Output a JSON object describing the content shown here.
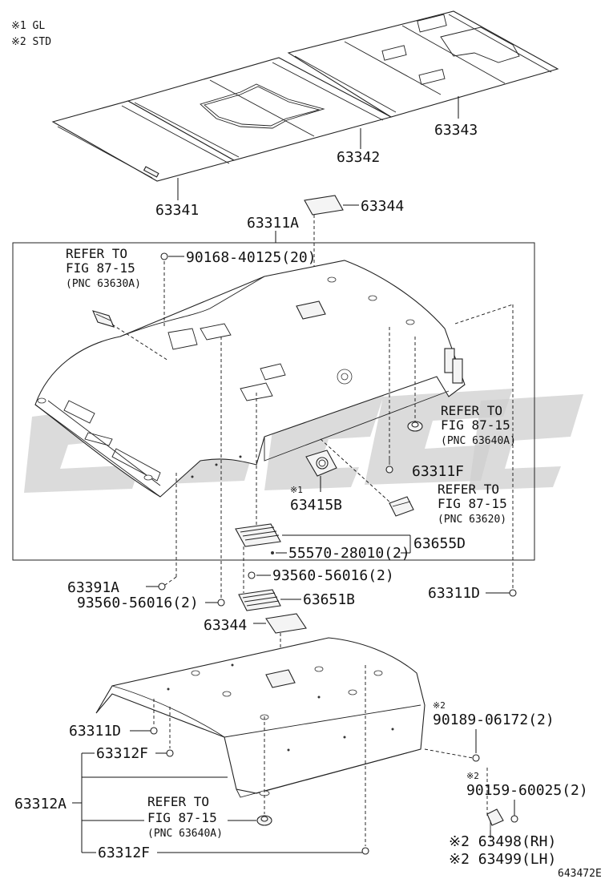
{
  "legend": {
    "gl": "※1 GL",
    "std": "※2 STD"
  },
  "callouts": {
    "p63341": "63341",
    "p63342": "63342",
    "p63343": "63343",
    "p63344_top": "63344",
    "p63311A": "63311A",
    "refer1_a": "REFER TO",
    "refer1_b": "FIG 87-15",
    "refer1_c": "(PNC 63630A)",
    "p90168": "90168-40125(20)",
    "refer2_a": "REFER TO",
    "refer2_b": "FIG 87-15",
    "refer2_c": "(PNC 63640A)",
    "p63311F": "63311F",
    "mark1": "※1",
    "p63415B": "63415B",
    "refer3_a": "REFER TO",
    "refer3_b": "FIG 87-15",
    "refer3_c": "(PNC 63620)",
    "p55570": "55570-28010(2)",
    "p63655D": "63655D",
    "p93560_a": "93560-56016(2)",
    "p63391A": "63391A",
    "p93560_b": "93560-56016(2)",
    "p63651B": "63651B",
    "p63311D_r": "63311D",
    "p63344_bot": "63344",
    "mark2a": "※2",
    "p90189": "90189-06172(2)",
    "p63311D_l": "63311D",
    "p63312F_a": "63312F",
    "mark2b": "※2",
    "p90159": "90159-60025(2)",
    "p63312A": "63312A",
    "refer4_a": "REFER TO",
    "refer4_b": "FIG 87-15",
    "refer4_c": "(PNC 63640A)",
    "p63312F_b": "63312F",
    "p63498": "※2 63498(RH)",
    "p63499": "※2 63499(LH)",
    "figure_id": "643472E"
  }
}
